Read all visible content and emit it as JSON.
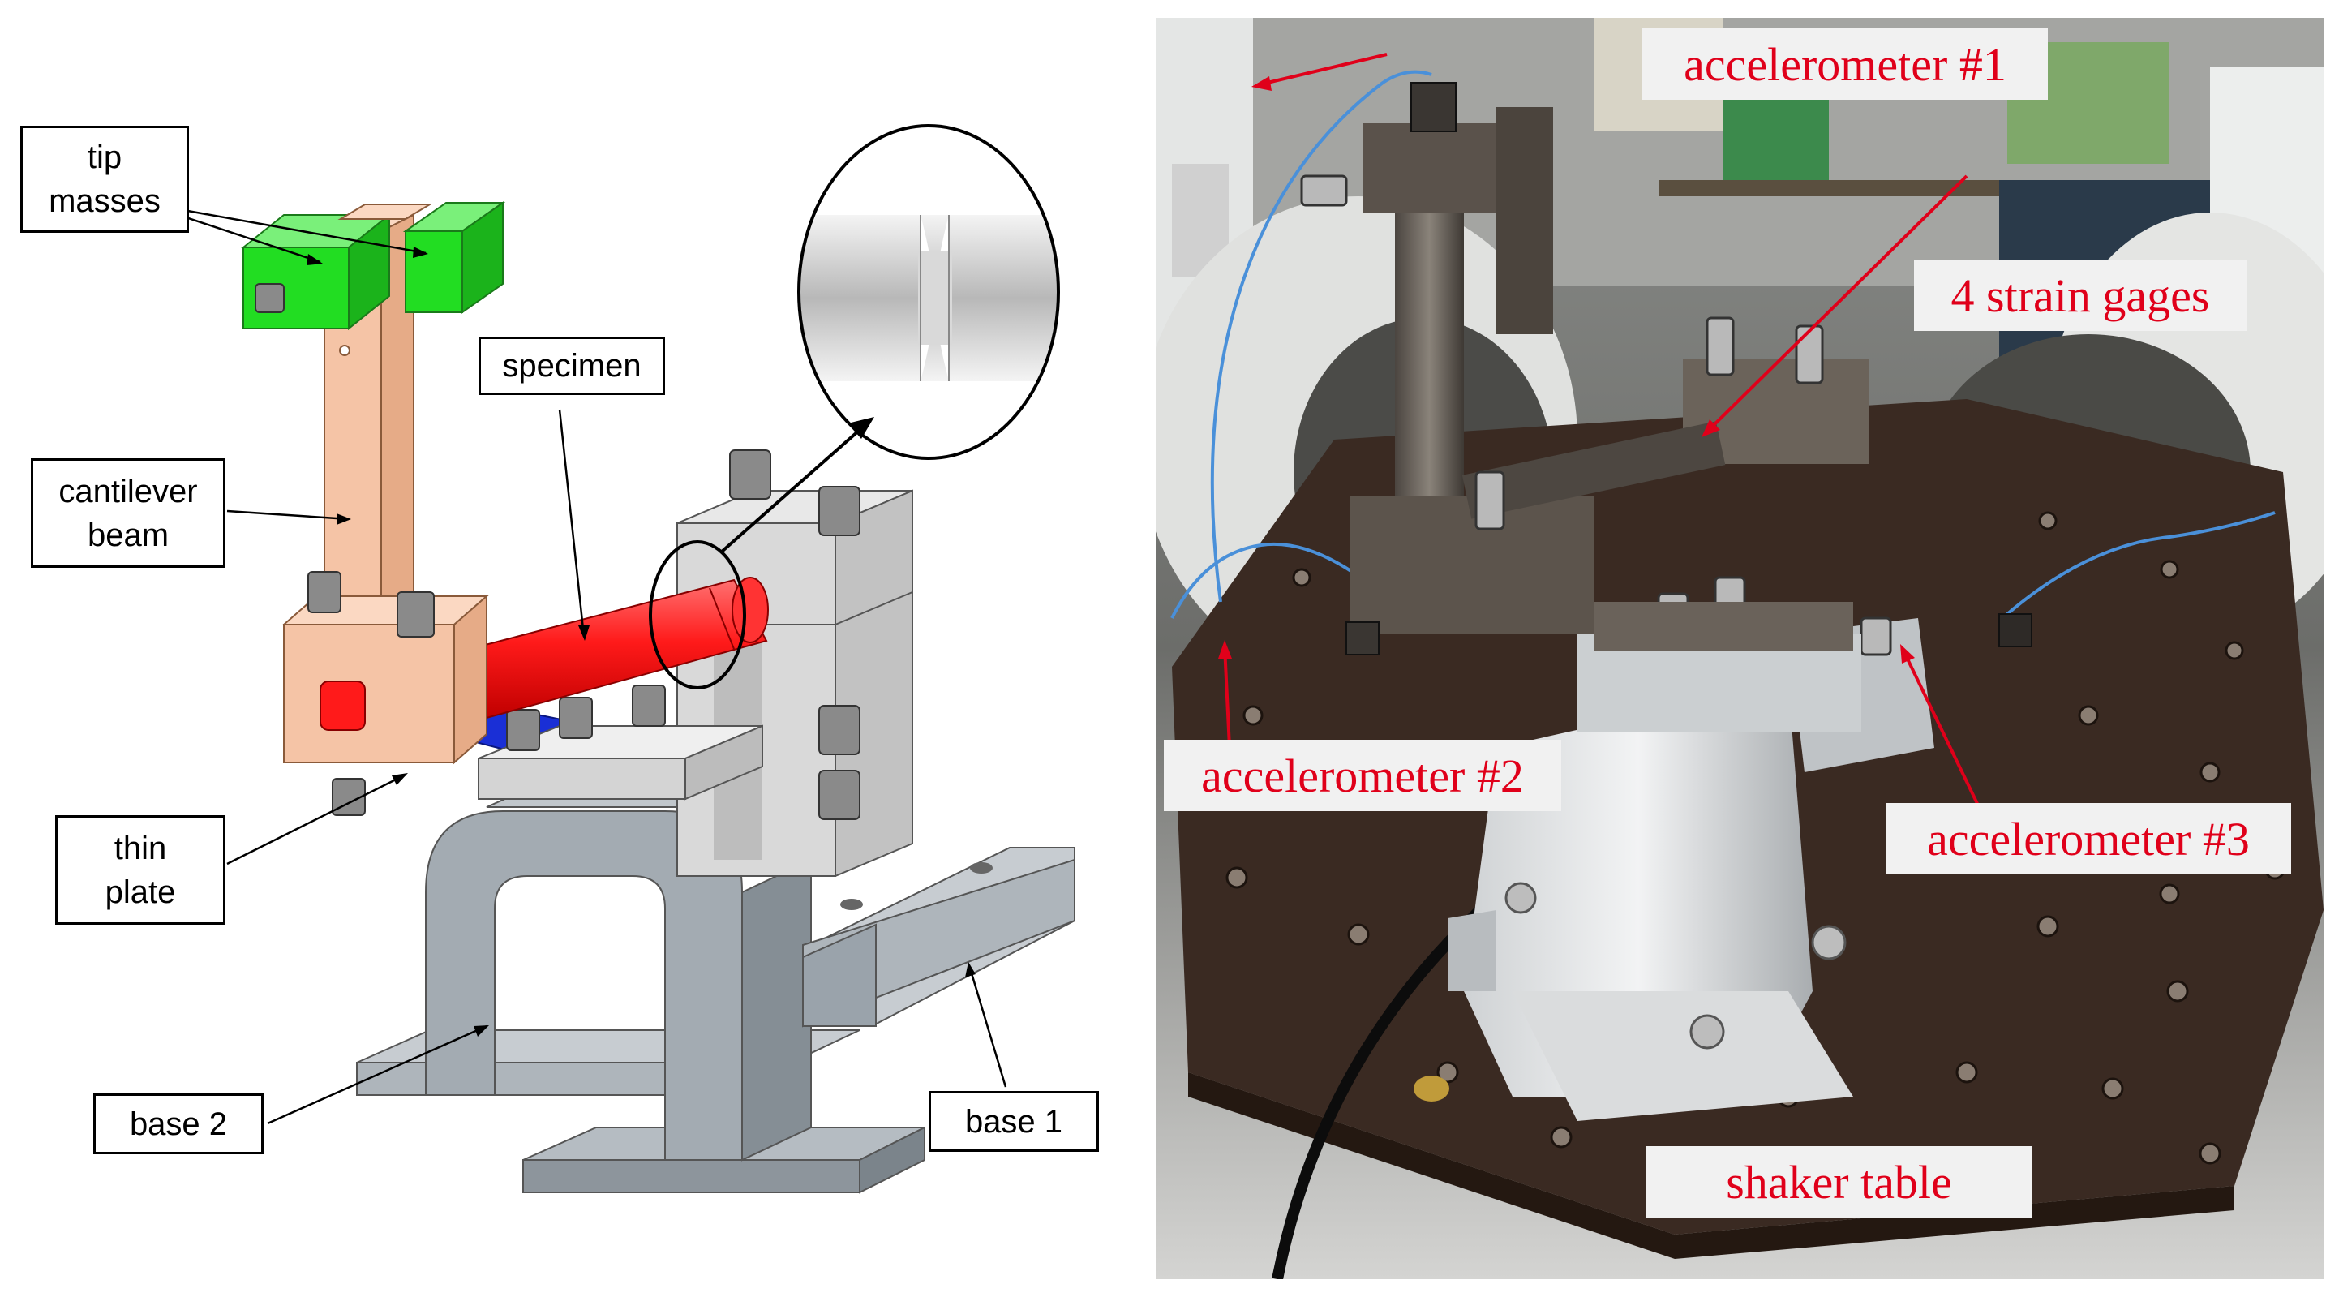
{
  "cad_panel": {
    "labels": {
      "tip_masses": "tip\nmasses",
      "specimen": "specimen",
      "cantilever_beam": "cantilever\nbeam",
      "thin_plate": "thin\nplate",
      "base_2": "base 2",
      "base_1": "base 1"
    },
    "colors": {
      "tip_masses": "#22dd22",
      "cantilever_beam": "#f5c4a6",
      "specimen": "#ff1a1a",
      "thin_plate": "#1a2fd6",
      "clamp": "#d9d9d9",
      "base": "#9aa3ab",
      "arrow": "#000000"
    }
  },
  "photo_panel": {
    "labels": {
      "accelerometer_1": "accelerometer #1",
      "strain_gages": "4 strain gages",
      "accelerometer_2": "accelerometer #2",
      "accelerometer_3": "accelerometer #3",
      "shaker_table": "shaker table"
    },
    "colors": {
      "label_text": "#e0001a",
      "label_background": "#f1f1f1",
      "arrow": "#e0001a",
      "table": "#3a2a22",
      "cable": "#4a90d9"
    }
  }
}
